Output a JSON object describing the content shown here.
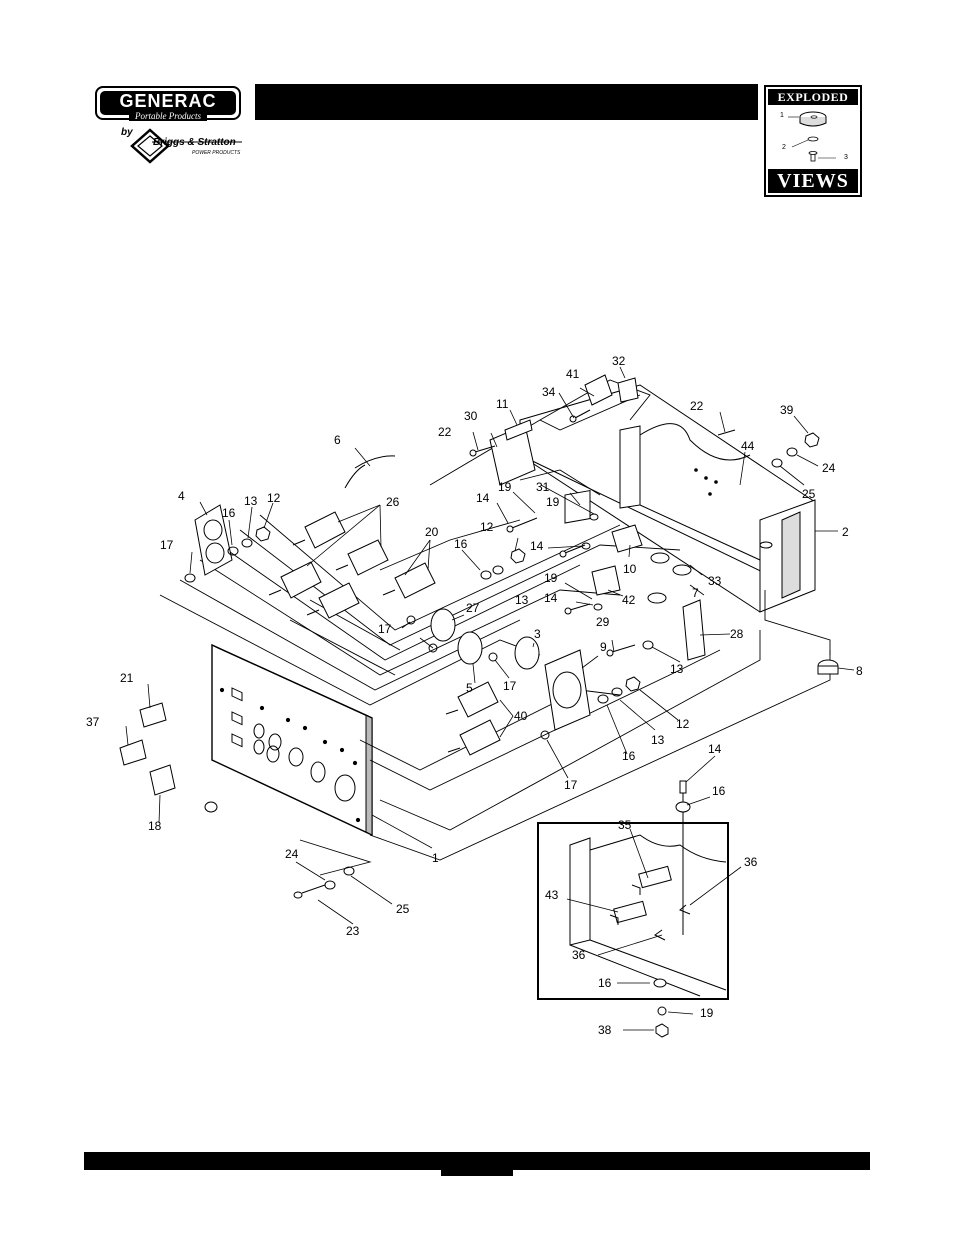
{
  "header": {
    "brand": "GENERAC",
    "brand_sub": "Portable Products",
    "by": "by",
    "partner": "Briggs & Stratton",
    "partner_sub": "POWER PRODUCTS",
    "badge_top": "EXPLODED",
    "badge_bottom": "VIEWS",
    "badge_callouts": [
      "1",
      "2",
      "3"
    ]
  },
  "diagram": {
    "callouts": [
      {
        "id": "c32",
        "label": "32"
      },
      {
        "id": "c41",
        "label": "41"
      },
      {
        "id": "c34",
        "label": "34"
      },
      {
        "id": "c11",
        "label": "11"
      },
      {
        "id": "c30",
        "label": "30"
      },
      {
        "id": "c22a",
        "label": "22"
      },
      {
        "id": "c22b",
        "label": "22"
      },
      {
        "id": "c39",
        "label": "39"
      },
      {
        "id": "c44",
        "label": "44"
      },
      {
        "id": "c24a",
        "label": "24"
      },
      {
        "id": "c25a",
        "label": "25"
      },
      {
        "id": "c2",
        "label": "2"
      },
      {
        "id": "c6",
        "label": "6"
      },
      {
        "id": "c4",
        "label": "4"
      },
      {
        "id": "c13a",
        "label": "13"
      },
      {
        "id": "c12a",
        "label": "12"
      },
      {
        "id": "c16a",
        "label": "16"
      },
      {
        "id": "c17a",
        "label": "17"
      },
      {
        "id": "c26",
        "label": "26"
      },
      {
        "id": "c20",
        "label": "20"
      },
      {
        "id": "c14a",
        "label": "14"
      },
      {
        "id": "c19a",
        "label": "19"
      },
      {
        "id": "c31",
        "label": "31"
      },
      {
        "id": "c19b",
        "label": "19"
      },
      {
        "id": "c12b",
        "label": "12"
      },
      {
        "id": "c16b",
        "label": "16"
      },
      {
        "id": "c14b",
        "label": "14"
      },
      {
        "id": "c10",
        "label": "10"
      },
      {
        "id": "c13b",
        "label": "13"
      },
      {
        "id": "c33",
        "label": "33"
      },
      {
        "id": "c7",
        "label": "7"
      },
      {
        "id": "c19c",
        "label": "19"
      },
      {
        "id": "c14c",
        "label": "14"
      },
      {
        "id": "c42",
        "label": "42"
      },
      {
        "id": "c27",
        "label": "27"
      },
      {
        "id": "c3",
        "label": "3"
      },
      {
        "id": "c17b",
        "label": "17"
      },
      {
        "id": "c5",
        "label": "5"
      },
      {
        "id": "c17c",
        "label": "17"
      },
      {
        "id": "c9",
        "label": "9"
      },
      {
        "id": "c29",
        "label": "29"
      },
      {
        "id": "c28",
        "label": "28"
      },
      {
        "id": "c13c",
        "label": "13"
      },
      {
        "id": "c8",
        "label": "8"
      },
      {
        "id": "c21",
        "label": "21"
      },
      {
        "id": "c37",
        "label": "37"
      },
      {
        "id": "c18",
        "label": "18"
      },
      {
        "id": "c40",
        "label": "40"
      },
      {
        "id": "c12c",
        "label": "12"
      },
      {
        "id": "c13d",
        "label": "13"
      },
      {
        "id": "c16c",
        "label": "16"
      },
      {
        "id": "c17d",
        "label": "17"
      },
      {
        "id": "c1",
        "label": "1"
      },
      {
        "id": "c24b",
        "label": "24"
      },
      {
        "id": "c25b",
        "label": "25"
      },
      {
        "id": "c23",
        "label": "23"
      },
      {
        "id": "c14d",
        "label": "14"
      },
      {
        "id": "c16d",
        "label": "16"
      },
      {
        "id": "c35",
        "label": "35"
      },
      {
        "id": "c36a",
        "label": "36"
      },
      {
        "id": "c43",
        "label": "43"
      },
      {
        "id": "c36b",
        "label": "36"
      },
      {
        "id": "c16e",
        "label": "16"
      },
      {
        "id": "c19d",
        "label": "19"
      },
      {
        "id": "c38",
        "label": "38"
      }
    ]
  }
}
